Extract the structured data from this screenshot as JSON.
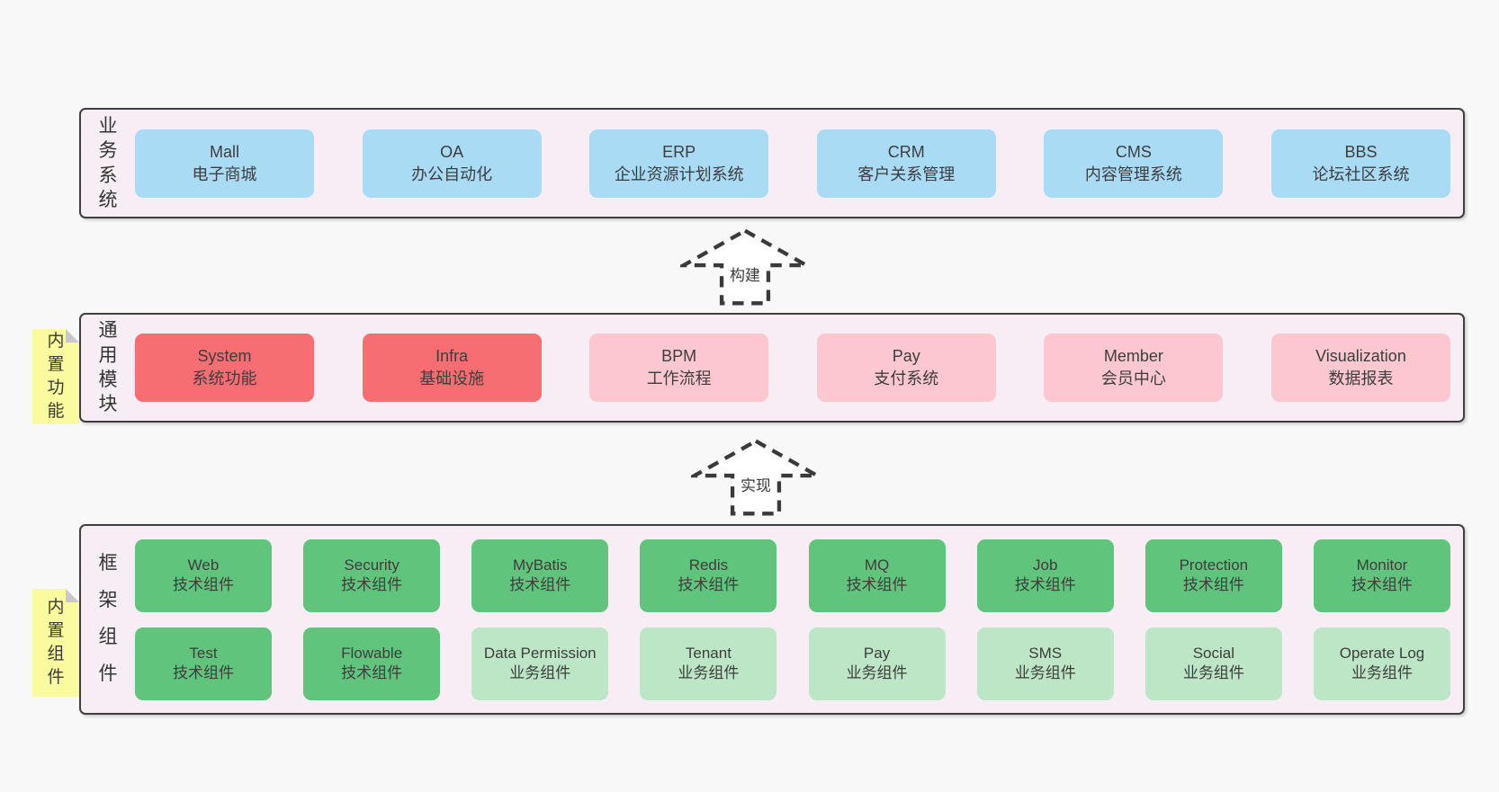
{
  "palette": {
    "page_bg": "#f8f8f8",
    "section_bg": "#f7edf5",
    "section_border": "#3f3f3f",
    "blue": "#a9dbf5",
    "red": "#f76e72",
    "pink": "#fcc7cf",
    "green": "#61c47d",
    "lightgreen": "#bce6c6",
    "sticky_yellow": "#fafa9e",
    "sticky_fold_gray": "#c8c8c8",
    "text": "#3d3d3d"
  },
  "arrows": [
    {
      "label": "构建"
    },
    {
      "label": "实现"
    }
  ],
  "stickies": [
    {
      "label": "内置功能"
    },
    {
      "label": "内置组件"
    }
  ],
  "sections": [
    {
      "id": "business-systems",
      "vertical_label": "业务系统",
      "box_size": "l",
      "rows": [
        [
          {
            "en": "Mall",
            "zh": "电子商城",
            "color": "blue"
          },
          {
            "en": "OA",
            "zh": "办公自动化",
            "color": "blue"
          },
          {
            "en": "ERP",
            "zh": "企业资源计划系统",
            "color": "blue"
          },
          {
            "en": "CRM",
            "zh": "客户关系管理",
            "color": "blue"
          },
          {
            "en": "CMS",
            "zh": "内容管理系统",
            "color": "blue"
          },
          {
            "en": "BBS",
            "zh": "论坛社区系统",
            "color": "blue"
          }
        ]
      ]
    },
    {
      "id": "common-modules",
      "vertical_label": "通用模块",
      "box_size": "l",
      "rows": [
        [
          {
            "en": "System",
            "zh": "系统功能",
            "color": "red"
          },
          {
            "en": "Infra",
            "zh": "基础设施",
            "color": "red"
          },
          {
            "en": "BPM",
            "zh": "工作流程",
            "color": "pink"
          },
          {
            "en": "Pay",
            "zh": "支付系统",
            "color": "pink"
          },
          {
            "en": "Member",
            "zh": "会员中心",
            "color": "pink"
          },
          {
            "en": "Visualization",
            "zh": "数据报表",
            "color": "pink"
          }
        ]
      ]
    },
    {
      "id": "framework-components",
      "vertical_label": "框架组件",
      "box_size": "s",
      "rows": [
        [
          {
            "en": "Web",
            "zh": "技术组件",
            "color": "green"
          },
          {
            "en": "Security",
            "zh": "技术组件",
            "color": "green"
          },
          {
            "en": "MyBatis",
            "zh": "技术组件",
            "color": "green"
          },
          {
            "en": "Redis",
            "zh": "技术组件",
            "color": "green"
          },
          {
            "en": "MQ",
            "zh": "技术组件",
            "color": "green"
          },
          {
            "en": "Job",
            "zh": "技术组件",
            "color": "green"
          },
          {
            "en": "Protection",
            "zh": "技术组件",
            "color": "green"
          },
          {
            "en": "Monitor",
            "zh": "技术组件",
            "color": "green"
          }
        ],
        [
          {
            "en": "Test",
            "zh": "技术组件",
            "color": "green"
          },
          {
            "en": "Flowable",
            "zh": "技术组件",
            "color": "green"
          },
          {
            "en": "Data Permission",
            "zh": "业务组件",
            "color": "lightgreen"
          },
          {
            "en": "Tenant",
            "zh": "业务组件",
            "color": "lightgreen"
          },
          {
            "en": "Pay",
            "zh": "业务组件",
            "color": "lightgreen"
          },
          {
            "en": "SMS",
            "zh": "业务组件",
            "color": "lightgreen"
          },
          {
            "en": "Social",
            "zh": "业务组件",
            "color": "lightgreen"
          },
          {
            "en": "Operate Log",
            "zh": "业务组件",
            "color": "lightgreen"
          }
        ]
      ]
    }
  ]
}
